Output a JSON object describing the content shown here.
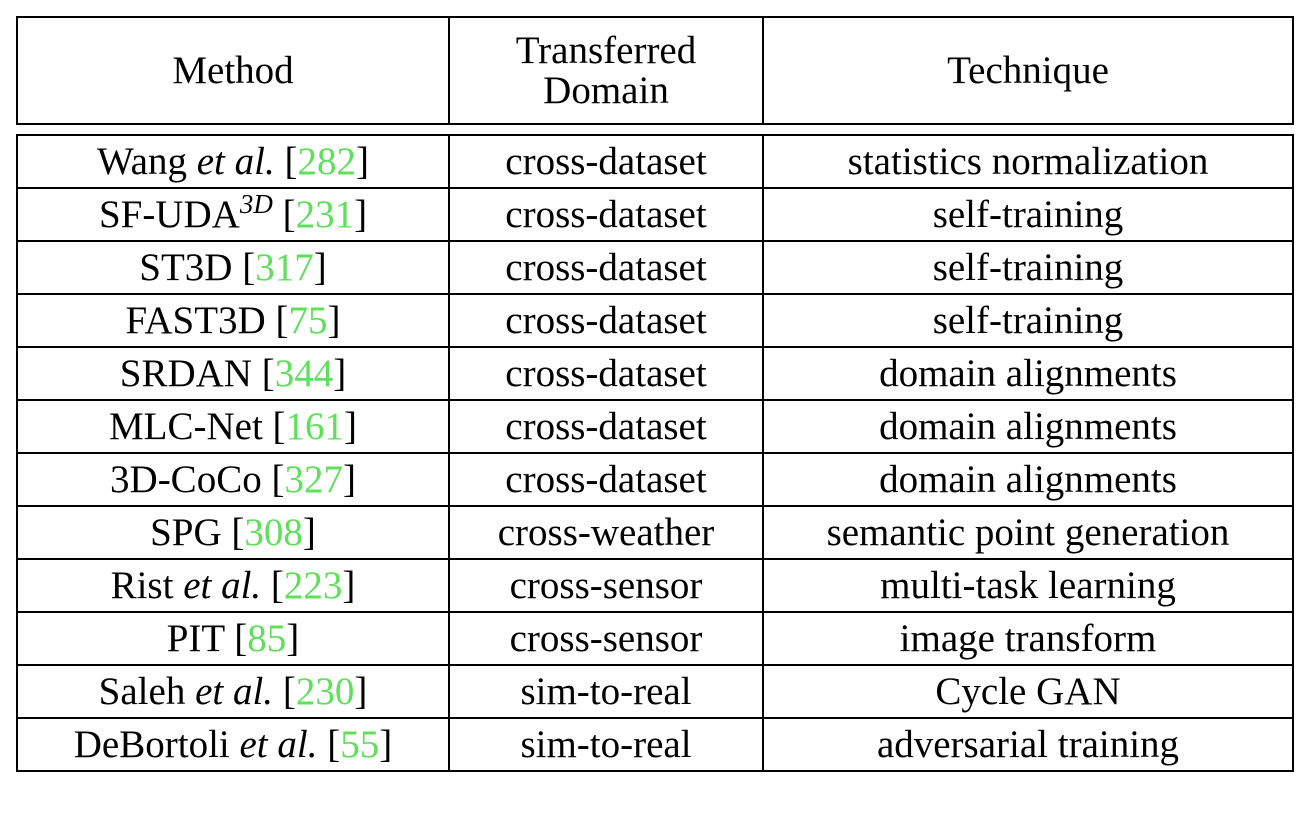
{
  "colors": {
    "citation": "#5fe05a",
    "rule": "#000000"
  },
  "headers": {
    "method": "Method",
    "domain_line1": "Transferred",
    "domain_line2": "Domain",
    "technique": "Technique"
  },
  "rows": [
    {
      "method": {
        "name": "Wang",
        "em": "et al.",
        "sup": "",
        "ref": "282"
      },
      "domain": "cross-dataset",
      "technique": "statistics normalization"
    },
    {
      "method": {
        "name": "SF-UDA",
        "em": "",
        "sup": "3D",
        "ref": "231"
      },
      "domain": "cross-dataset",
      "technique": "self-training"
    },
    {
      "method": {
        "name": "ST3D",
        "em": "",
        "sup": "",
        "ref": "317"
      },
      "domain": "cross-dataset",
      "technique": "self-training"
    },
    {
      "method": {
        "name": "FAST3D",
        "em": "",
        "sup": "",
        "ref": "75"
      },
      "domain": "cross-dataset",
      "technique": "self-training"
    },
    {
      "method": {
        "name": "SRDAN",
        "em": "",
        "sup": "",
        "ref": "344"
      },
      "domain": "cross-dataset",
      "technique": "domain alignments"
    },
    {
      "method": {
        "name": "MLC-Net",
        "em": "",
        "sup": "",
        "ref": "161"
      },
      "domain": "cross-dataset",
      "technique": "domain alignments"
    },
    {
      "method": {
        "name": "3D-CoCo",
        "em": "",
        "sup": "",
        "ref": "327"
      },
      "domain": "cross-dataset",
      "technique": "domain alignments"
    },
    {
      "method": {
        "name": "SPG",
        "em": "",
        "sup": "",
        "ref": "308"
      },
      "domain": "cross-weather",
      "technique": "semantic point generation"
    },
    {
      "method": {
        "name": "Rist",
        "em": "et al.",
        "sup": "",
        "ref": "223"
      },
      "domain": "cross-sensor",
      "technique": "multi-task learning"
    },
    {
      "method": {
        "name": "PIT",
        "em": "",
        "sup": "",
        "ref": "85"
      },
      "domain": "cross-sensor",
      "technique": "image transform"
    },
    {
      "method": {
        "name": "Saleh",
        "em": "et al.",
        "sup": "",
        "ref": "230"
      },
      "domain": "sim-to-real",
      "technique": "Cycle GAN"
    },
    {
      "method": {
        "name": "DeBortoli",
        "em": "et al.",
        "sup": "",
        "ref": "55"
      },
      "domain": "sim-to-real",
      "technique": "adversarial training"
    }
  ]
}
